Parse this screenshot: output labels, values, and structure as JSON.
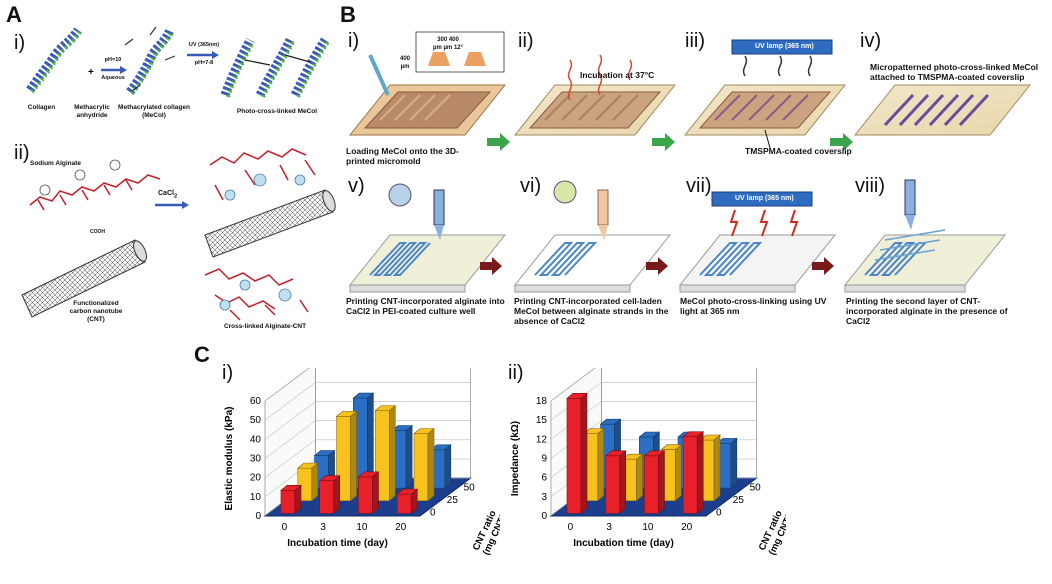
{
  "panels": {
    "A": {
      "letter": "A",
      "i": {
        "roman": "i)",
        "labels": {
          "collagen": "Collagen",
          "anhydride": "Methacrylic anhydride",
          "mecol": "Methacrylated collagen (MeCol)",
          "photo": "Photo-cross-linked MeCol",
          "cond1a": "pH=10",
          "cond1b": "Aqueous",
          "cond2a": "UV (365nm)",
          "cond2b": "pH=7-8"
        }
      },
      "ii": {
        "roman": "ii)",
        "labels": {
          "alginate": "Sodium Alginate",
          "cacl2": "CaCl",
          "cnt": "Functionalized carbon nanotube (CNT)",
          "crosslinked": "Cross-linked Alginate-CNT",
          "cooh": "COOH"
        }
      }
    },
    "B": {
      "letter": "B",
      "steps": [
        {
          "roman": "i)",
          "caption": "Loading MeCol onto the 3D-printed micromold"
        },
        {
          "roman": "ii)",
          "caption": "Incubation at 37°C"
        },
        {
          "roman": "iii)",
          "caption": "TMSPMA-coated coverslip",
          "lamp": "UV lamp (365 nm)"
        },
        {
          "roman": "iv)",
          "caption": "Micropatterned photo-cross-linked MeCol attached to TMSPMA-coated coverslip"
        },
        {
          "roman": "v)",
          "caption": "Printing CNT-incorporated alginate into CaCl2 in PEI-coated culture well"
        },
        {
          "roman": "vi)",
          "caption": "Printing CNT-incorporated cell-laden MeCol between alginate strands in the absence of CaCl2"
        },
        {
          "roman": "vii)",
          "caption": "MeCol photo-cross-linking using UV light at 365 nm",
          "lamp": "UV lamp (365 nm)"
        },
        {
          "roman": "viii)",
          "caption": "Printing the second layer of CNT-incorporated alginate in the presence of CaCl2"
        }
      ],
      "inset": {
        "dims": [
          "300",
          "400",
          "µm",
          "µm",
          "12°"
        ],
        "height": "400",
        "height_unit": "µm"
      }
    },
    "C": {
      "letter": "C"
    }
  },
  "colors": {
    "red": "#e8202a",
    "yellow": "#f7c21d",
    "blue": "#2a6fc4",
    "floor": "#1b3f8c",
    "green_arrow": "#3aa54a",
    "dark_arrow": "#7a1a1a"
  },
  "chart_data": [
    {
      "type": "bar",
      "roman": "i)",
      "ylabel": "Elastic modulus (kPa)",
      "xlabel": "Incubation time (day)",
      "zlabel": "CNT ratio (mg CNT/mg Alginate)",
      "categories": [
        "0",
        "3",
        "10",
        "20"
      ],
      "depth_categories": [
        "0",
        "25",
        "50"
      ],
      "ylim": [
        0,
        60
      ],
      "yticks": [
        0,
        10,
        20,
        30,
        40,
        50,
        60
      ],
      "series": [
        {
          "name": "0",
          "color": "#e8202a",
          "values": [
            12,
            17,
            19,
            10
          ]
        },
        {
          "name": "25",
          "color": "#f7c21d",
          "values": [
            17,
            44,
            47,
            35
          ]
        },
        {
          "name": "50",
          "color": "#2a6fc4",
          "values": [
            17,
            47,
            30,
            20
          ]
        }
      ]
    },
    {
      "type": "bar",
      "roman": "ii)",
      "ylabel": "Impedance (kΩ)",
      "xlabel": "Incubation time (day)",
      "zlabel": "CNT ratio (mg CNT/mg Alginate)",
      "categories": [
        "0",
        "3",
        "10",
        "20"
      ],
      "depth_categories": [
        "0",
        "25",
        "50"
      ],
      "ylim": [
        0,
        18
      ],
      "yticks": [
        0,
        3,
        6,
        9,
        12,
        15,
        18
      ],
      "series": [
        {
          "name": "0",
          "color": "#e8202a",
          "values": [
            18,
            9,
            9,
            12
          ]
        },
        {
          "name": "25",
          "color": "#f7c21d",
          "values": [
            10.5,
            6.5,
            8,
            9.5
          ]
        },
        {
          "name": "50",
          "color": "#2a6fc4",
          "values": [
            10,
            8,
            8,
            7
          ]
        }
      ]
    }
  ]
}
